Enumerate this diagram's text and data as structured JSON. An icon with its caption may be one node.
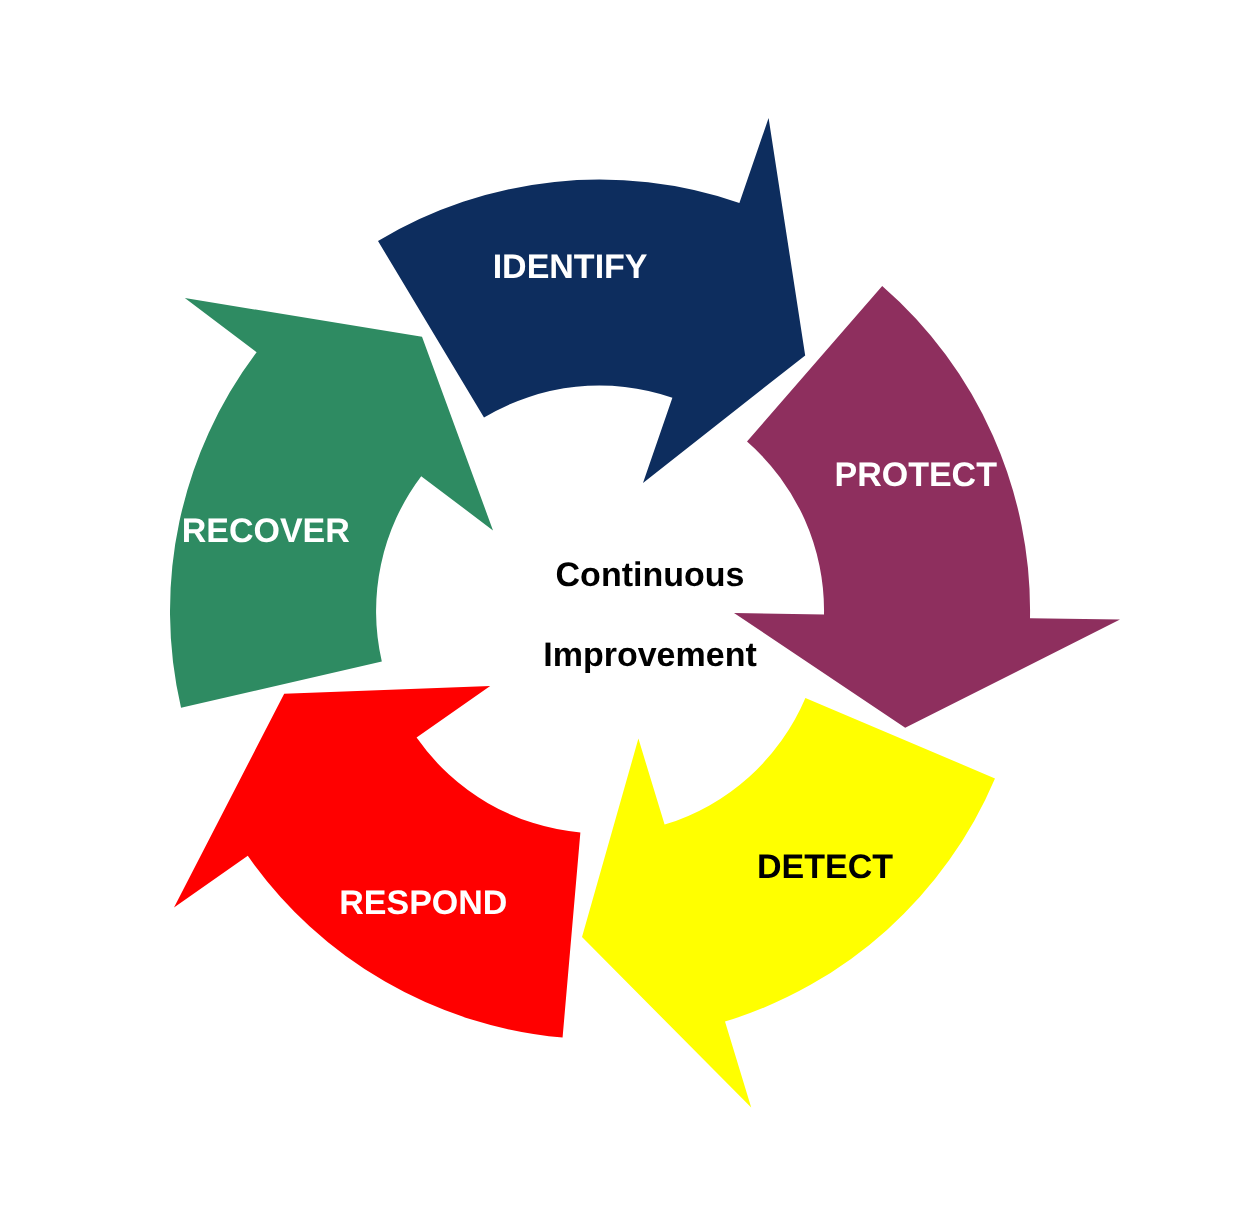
{
  "diagram": {
    "nodes": [
      {
        "text": [
          "IDENTIFY"
        ]
      },
      {
        "text": [
          "PROTECT"
        ]
      },
      {
        "text": [
          "DETECT"
        ]
      },
      {
        "text": [
          "RESPOND"
        ]
      },
      {
        "text": [
          "RECOVER"
        ]
      }
    ],
    "labels": [
      "Continuous Improvement"
    ]
  }
}
